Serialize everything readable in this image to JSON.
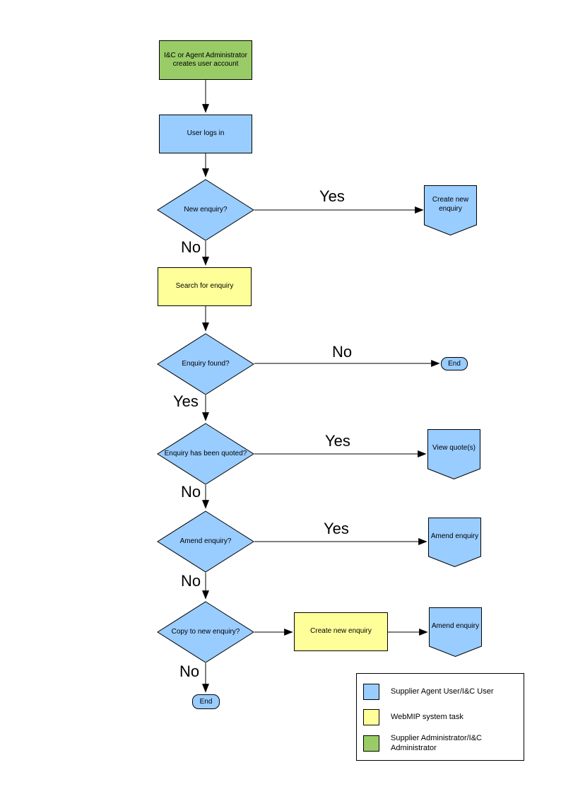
{
  "colors": {
    "supplier_agent_user_fill": "#99CCFF",
    "webmip_system_task_fill": "#FFFF99",
    "supplier_administrator_fill": "#99CC66",
    "outline": "#000000"
  },
  "flowchart": {
    "nodes": {
      "create_account": "I&C or Agent Administrator creates user account",
      "user_login": "User logs in",
      "new_enquiry_decision": "New enquiry?",
      "create_new_enquiry_result": "Create new enquiry",
      "search_for_enquiry": "Search for enquiry",
      "enquiry_found_decision": "Enquiry found?",
      "end_terminal_1": "End",
      "enquiry_quoted_decision": "Enquiry has been quoted?",
      "view_quotes_result": "View quote(s)",
      "amend_enquiry_decision": "Amend enquiry?",
      "amend_enquiry_result_1": "Amend enquiry",
      "copy_to_new_enquiry_decision": "Copy to new enquiry?",
      "create_new_enquiry_task": "Create new enquiry",
      "amend_enquiry_result_2": "Amend enquiry",
      "end_terminal_2": "End"
    },
    "edge_labels": {
      "new_enquiry_yes": "Yes",
      "new_enquiry_no": "No",
      "enquiry_found_no": "No",
      "enquiry_found_yes": "Yes",
      "enquiry_quoted_yes": "Yes",
      "enquiry_quoted_no": "No",
      "amend_enquiry_yes": "Yes",
      "amend_enquiry_no": "No",
      "copy_to_new_no": "No"
    }
  },
  "legend": {
    "items": [
      {
        "label": "Supplier Agent User/I&C User",
        "color": "#99CCFF"
      },
      {
        "label": "WebMIP system task",
        "color": "#FFFF99"
      },
      {
        "label": "Supplier Administrator/I&C Administrator",
        "color": "#99CC66"
      }
    ]
  }
}
